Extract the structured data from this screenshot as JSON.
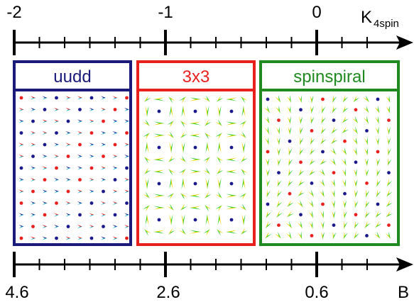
{
  "top_axis": {
    "ticks": [
      "-2",
      "-1",
      "0"
    ],
    "label_main": "K",
    "label_sub": "4spin"
  },
  "bottom_axis": {
    "ticks": [
      "4.6",
      "2.6",
      "0.6"
    ],
    "label": "B"
  },
  "panels": [
    {
      "title": "uudd",
      "color": "#1a1a7a"
    },
    {
      "title": "3x3",
      "color": "#e8201e"
    },
    {
      "title": "spinspiral",
      "color": "#1f8a1f"
    }
  ],
  "colors": {
    "axis": "#000000",
    "spin_red": "#e8201e",
    "spin_blue": "#1a1a8c",
    "spin_green": "#2fcf2f",
    "spin_yellow": "#e8d400",
    "spin_cyan": "#1ab0c8"
  }
}
